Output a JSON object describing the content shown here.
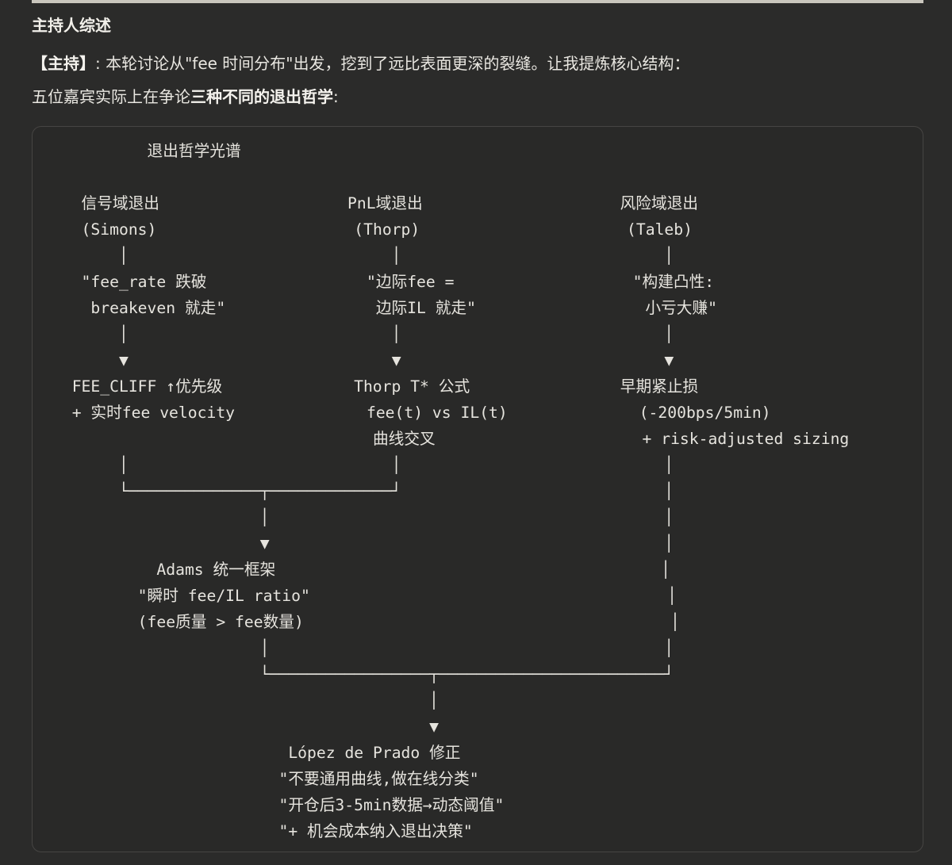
{
  "summary": {
    "heading": "主持人综述",
    "host_label": "【主持】",
    "host_text": ": 本轮讨论从\"fee 时间分布\"出发，挖到了远比表面更深的裂缝。让我提炼核心结构：",
    "intro_prefix": "五位嘉宾实际上在争论",
    "intro_bold": "三种不同的退出哲学",
    "intro_suffix": ":"
  },
  "diagram": {
    "lines": [
      "          退出哲学光谱",
      "",
      "   信号域退出                    PnL域退出                     风险域退出",
      "   (Simons)                     (Thorp)                      (Taleb)",
      "       │                            │                            │",
      "   \"fee_rate 跌破                 \"边际fee =                   \"构建凸性:",
      "    breakeven 就走\"                边际IL 就走\"                  小亏大赚\"",
      "       │                            │                            │",
      "       ▼                            ▼                            ▼",
      "  FEE_CLIFF ↑优先级              Thorp T* 公式                早期紧止损",
      "  + 实时fee velocity              fee(t) vs IL(t)              (-200bps/5min)",
      "                                  曲线交叉                      + risk-adjusted sizing",
      "       │                            │                            │",
      "       └──────────────┬─────────────┘                            │",
      "                      │                                          │",
      "                      ▼                                          │",
      "           Adams 统一框架                                         │",
      "         \"瞬时 fee/IL ratio\"                                      │",
      "         (fee质量 > fee数量)                                       │",
      "                      │                                          │",
      "                      └─────────────────┬────────────────────────┘",
      "                                        │",
      "                                        ▼",
      "                         López de Prado 修正",
      "                        \"不要通用曲线,做在线分类\"",
      "                        \"开仓后3-5min数据→动态阈值\"",
      "                        \"+ 机会成本纳入退出决策\""
    ]
  }
}
